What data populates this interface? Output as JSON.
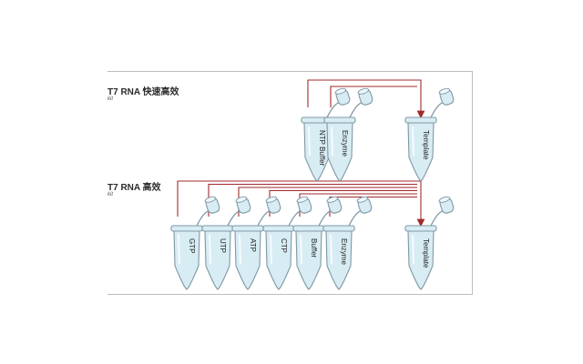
{
  "colors": {
    "tube_fill": "#d8ecf4",
    "tube_stroke": "#7f98a4",
    "line": "#a12a2a"
  },
  "row1": {
    "title": "T7 RNA 快速高效",
    "sub": "kit",
    "tubes": [
      "NTP Buffer",
      "Enzyme"
    ],
    "template": "Template"
  },
  "row2": {
    "title": "T7 RNA 高效",
    "sub": "kit",
    "tubes": [
      "GTP",
      "UTP",
      "ATP",
      "CTP",
      "Buffer",
      "Enzyme"
    ],
    "template": "Template"
  }
}
